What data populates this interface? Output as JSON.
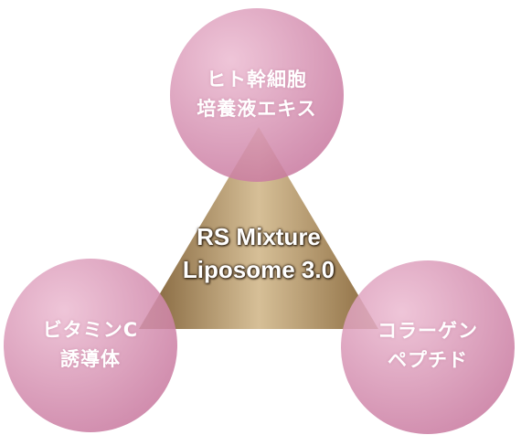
{
  "center": {
    "line1": "RS Mixture",
    "line2": "Liposome 3.0"
  },
  "nodes": [
    {
      "line1": "ヒト幹細胞",
      "line2": "培養液エキス"
    },
    {
      "line1": "ビタミンC",
      "line2": "誘導体"
    },
    {
      "line1": "コラーゲン",
      "line2": "ペプチド"
    }
  ],
  "colors": {
    "circle_light": "#e9b6cd",
    "circle_dark": "#c97aa0",
    "triangle_light": "#d2b98f",
    "triangle_dark": "#8a6a3e",
    "background": "#ffffff"
  }
}
